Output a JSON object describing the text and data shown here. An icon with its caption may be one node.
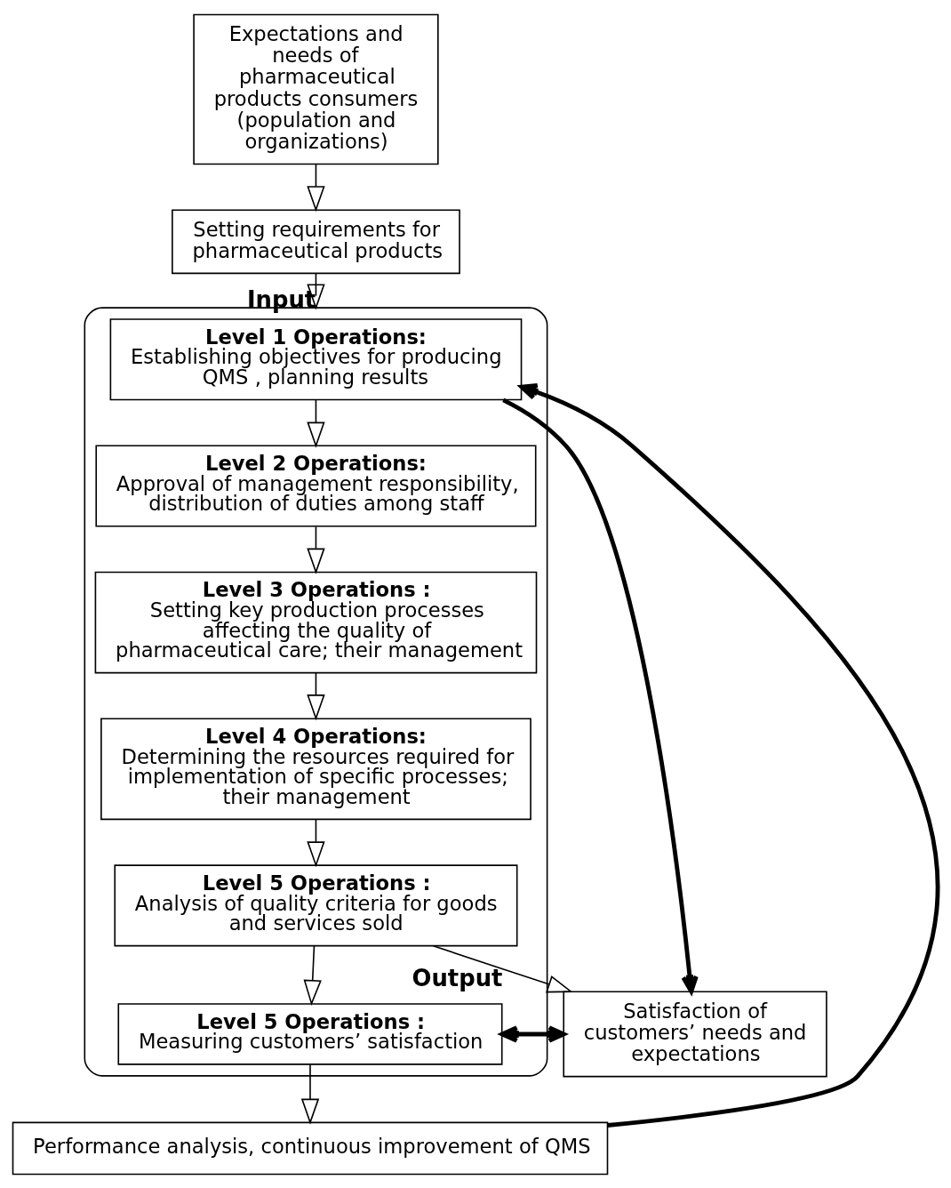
{
  "diagram": {
    "nodes": [
      {
        "text": [
          "Expectations and needs of pharmaceutical products consumers (population and organizations)"
        ]
      },
      {
        "text": [
          "Setting requirements for pharmaceutical products"
        ]
      },
      {
        "text": [],
        "shape": "box"
      },
      {
        "text": [
          "Level 1 Operations:",
          "Establishing objectives for producing QMS , planning results"
        ],
        "in": 2
      },
      {
        "text": [
          "Level 2 Operations:",
          "Approval of management responsibility, distribution of duties among staff"
        ],
        "in": 2
      },
      {
        "text": [
          "Level 3 Operations :",
          "Setting key production processes affecting the quality of pharmaceutical care; their management"
        ],
        "in": 2
      },
      {
        "text": [
          "Level 4 Operations:",
          "Determining the resources required for implementation of specific processes; their management"
        ],
        "in": 2
      },
      {
        "text": [
          "Level 5 Operations :",
          "Analysis of quality criteria for goods and services sold"
        ],
        "in": 2
      },
      {
        "text": [
          "Level 5 Operations :",
          "Measuring customers’ satisfaction"
        ],
        "in": 2
      },
      {
        "text": [
          "Performance analysis, continuous improvement of QMS"
        ]
      },
      {
        "text": [
          "Satisfaction of customers’ needs and expectations"
        ]
      }
    ],
    "edges": [
      {
        "from": 0,
        "to": 1,
        "arrow": "to"
      },
      {
        "from": 1,
        "to": 2,
        "arrow": "to",
        "label": "Input"
      },
      {
        "from": 3,
        "to": 4,
        "arrow": "to"
      },
      {
        "from": 4,
        "to": 5,
        "arrow": "to"
      },
      {
        "from": 5,
        "to": 6,
        "arrow": "to"
      },
      {
        "from": 6,
        "to": 7,
        "arrow": "to"
      },
      {
        "from": 7,
        "to": 8,
        "arrow": "to"
      },
      {
        "from": 8,
        "to": 9,
        "arrow": "to"
      },
      {
        "from": 9,
        "to": 3,
        "arrow": "to",
        "style": "thick"
      },
      {
        "from": 3,
        "to": 10,
        "arrow": "to",
        "style": "thick"
      },
      {
        "from": 7,
        "to": 10,
        "arrow": "to",
        "label": "Output"
      },
      {
        "from": 8,
        "to": 10,
        "arrow": "both",
        "style": "thick"
      }
    ]
  }
}
